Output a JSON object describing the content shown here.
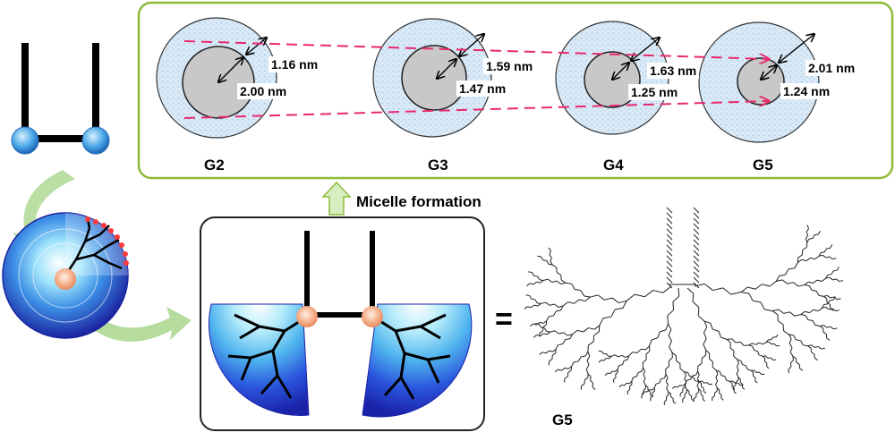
{
  "micelles": [
    {
      "name": "G2",
      "shell_label": "1.16 nm",
      "core_label": "2.00 nm"
    },
    {
      "name": "G3",
      "shell_label": "1.59 nm",
      "core_label": "1.47 nm"
    },
    {
      "name": "G4",
      "shell_label": "1.63 nm",
      "core_label": "1.25 nm"
    },
    {
      "name": "G5",
      "shell_label": "2.01 nm",
      "core_label": "1.24 nm"
    }
  ],
  "step_label": "Micelle formation",
  "equals_sign": "=",
  "structure_label": "G5",
  "colors": {
    "panel_border": "#8dbb3a",
    "arrow_fill": "#d6eec0",
    "trend_lines": "#e8296e",
    "core_fill": "#c8c8c8",
    "shell_fill": "#d9e9f6",
    "dendron_blue": "#1a2fd6",
    "dendron_light": "#b4ebfb",
    "node_blue": "#4aa8e8",
    "curved_arrow": "#a9d68c"
  }
}
